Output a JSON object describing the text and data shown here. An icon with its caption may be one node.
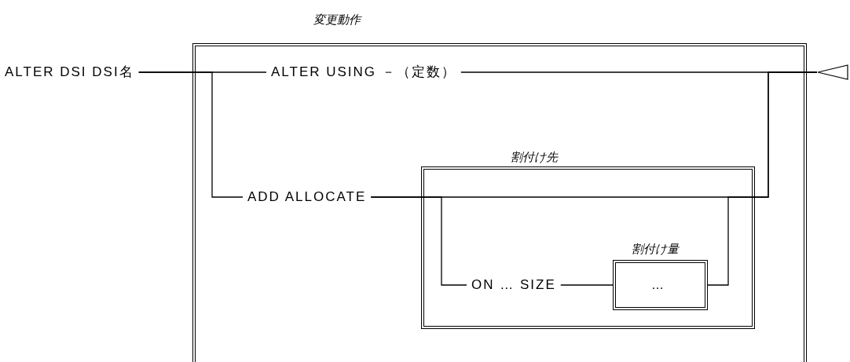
{
  "diagram": {
    "nodes": [
      {
        "text": [
          "変更動作"
        ]
      },
      {
        "text": [
          "ALTER DSI DSI名"
        ]
      },
      {
        "text": [
          "ALTER USING －（定数）"
        ],
        "in": 0
      },
      {
        "text": [
          "ADD ALLOCATE"
        ],
        "in": 0
      },
      {
        "text": [
          "割付け先"
        ],
        "in": 0
      },
      {
        "text": [
          "ON … SIZE"
        ],
        "in": 4
      },
      {
        "text": [
          "割付け量",
          "…"
        ],
        "in": 4
      },
      {
        "text": [],
        "shape": "triangle"
      }
    ],
    "edges": [
      {
        "from": 1,
        "to": 2,
        "arrow": "none"
      },
      {
        "from": 1,
        "to": 3,
        "arrow": "none"
      },
      {
        "from": 2,
        "to": 7,
        "arrow": "none"
      },
      {
        "from": 3,
        "to": 7,
        "arrow": "none"
      },
      {
        "from": 3,
        "to": 5,
        "arrow": "none"
      },
      {
        "from": 5,
        "to": 6,
        "arrow": "none"
      },
      {
        "from": 6,
        "to": 7,
        "arrow": "none"
      }
    ]
  }
}
